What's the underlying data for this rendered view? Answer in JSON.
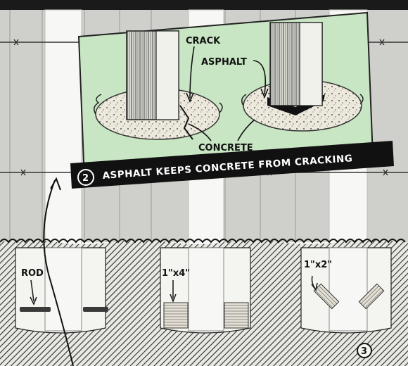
{
  "inset": {
    "labels": {
      "crack": "CRACK",
      "asphalt": "ASPHALT",
      "concrete": "CONCRETE"
    },
    "caption": {
      "number": "2",
      "text": "ASPHALT KEEPS CONCRETE FROM CRACKING"
    }
  },
  "main": {
    "labels": {
      "rod": "ROD",
      "board_1x4": "1\"x4\"",
      "board_1x2": "1\"x2\""
    },
    "figure_number": "3"
  },
  "colors": {
    "inset_bg": "#c9e6c4",
    "caption_bg": "#111111",
    "ground_hatch": "#2b2b2b",
    "post_white": "#f7f7f5",
    "fence_gray": "#bdbdbd"
  }
}
